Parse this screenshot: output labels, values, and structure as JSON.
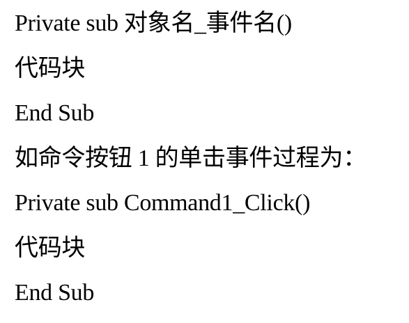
{
  "document": {
    "lines": [
      "Private sub  对象名_事件名()",
      "代码块",
      "End Sub",
      "如命令按钮 1 的单击事件过程为：",
      "Private sub Command1_Click()",
      "代码块",
      "End Sub"
    ]
  },
  "colors": {
    "text": "#000000",
    "background": "#ffffff"
  }
}
